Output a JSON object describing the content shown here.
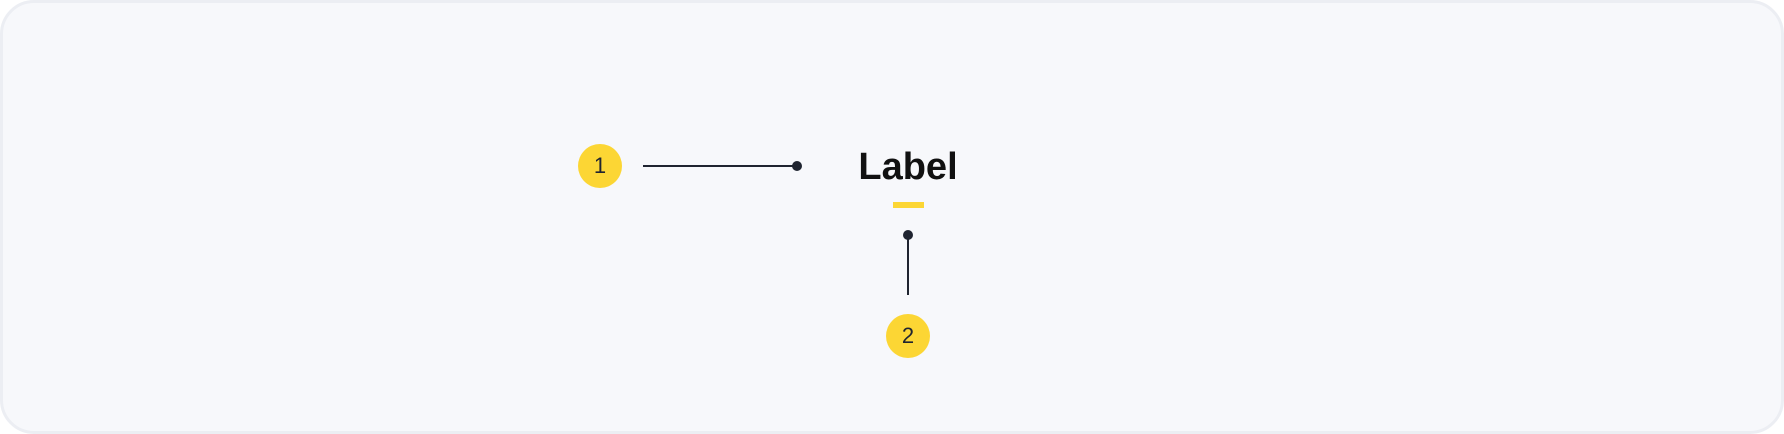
{
  "diagram": {
    "label_text": "Label",
    "callouts": [
      {
        "number": "1",
        "target": "label-text"
      },
      {
        "number": "2",
        "target": "active-indicator"
      }
    ]
  },
  "colors": {
    "callout_fill": "#fcd634",
    "indicator": "#fcd634",
    "leader_line": "#1f2430",
    "canvas_background": "#f7f8fb",
    "canvas_border": "#eceef3"
  }
}
